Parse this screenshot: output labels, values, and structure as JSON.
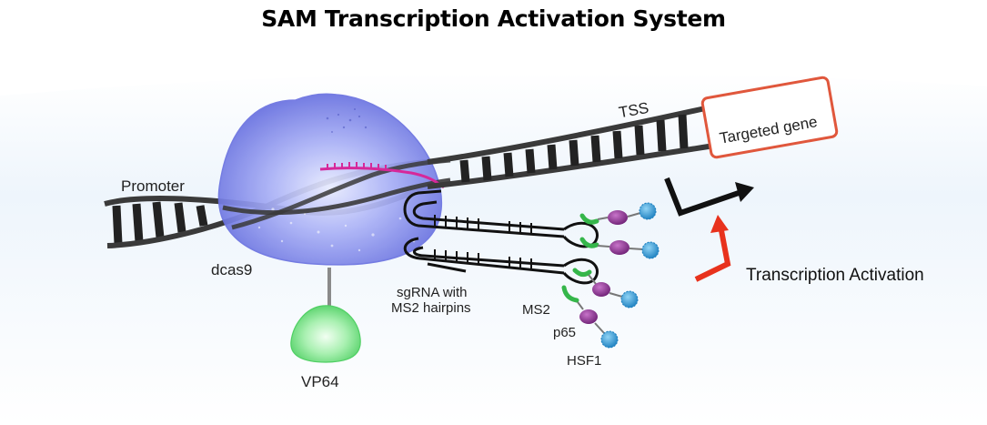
{
  "title": "SAM Transcription Activation System",
  "labels": {
    "promoter": "Promoter",
    "tss": "TSS",
    "targeted_gene": "Targeted gene",
    "dcas9": "dcas9",
    "vp64": "VP64",
    "sgrna_line1": "sgRNA with",
    "sgrna_line2": "MS2 hairpins",
    "ms2": "MS2",
    "p65": "p65",
    "hsf1": "HSF1",
    "transcription_activation": "Transcription Activation"
  },
  "colors": {
    "dna_strand": "#3a3a3a",
    "dna_rung": "#222222",
    "dcas9_body": "#7f87ea",
    "vp64_body": "#8fe89a",
    "guide_rna": "#d6289a",
    "gene_box_border": "#e0573c",
    "ms2": "#35b64a",
    "p65": "#8a2c8f",
    "hsf1": "#2a93cf",
    "activation_arrow": "#e8321d",
    "tss_arrow": "#111111"
  }
}
